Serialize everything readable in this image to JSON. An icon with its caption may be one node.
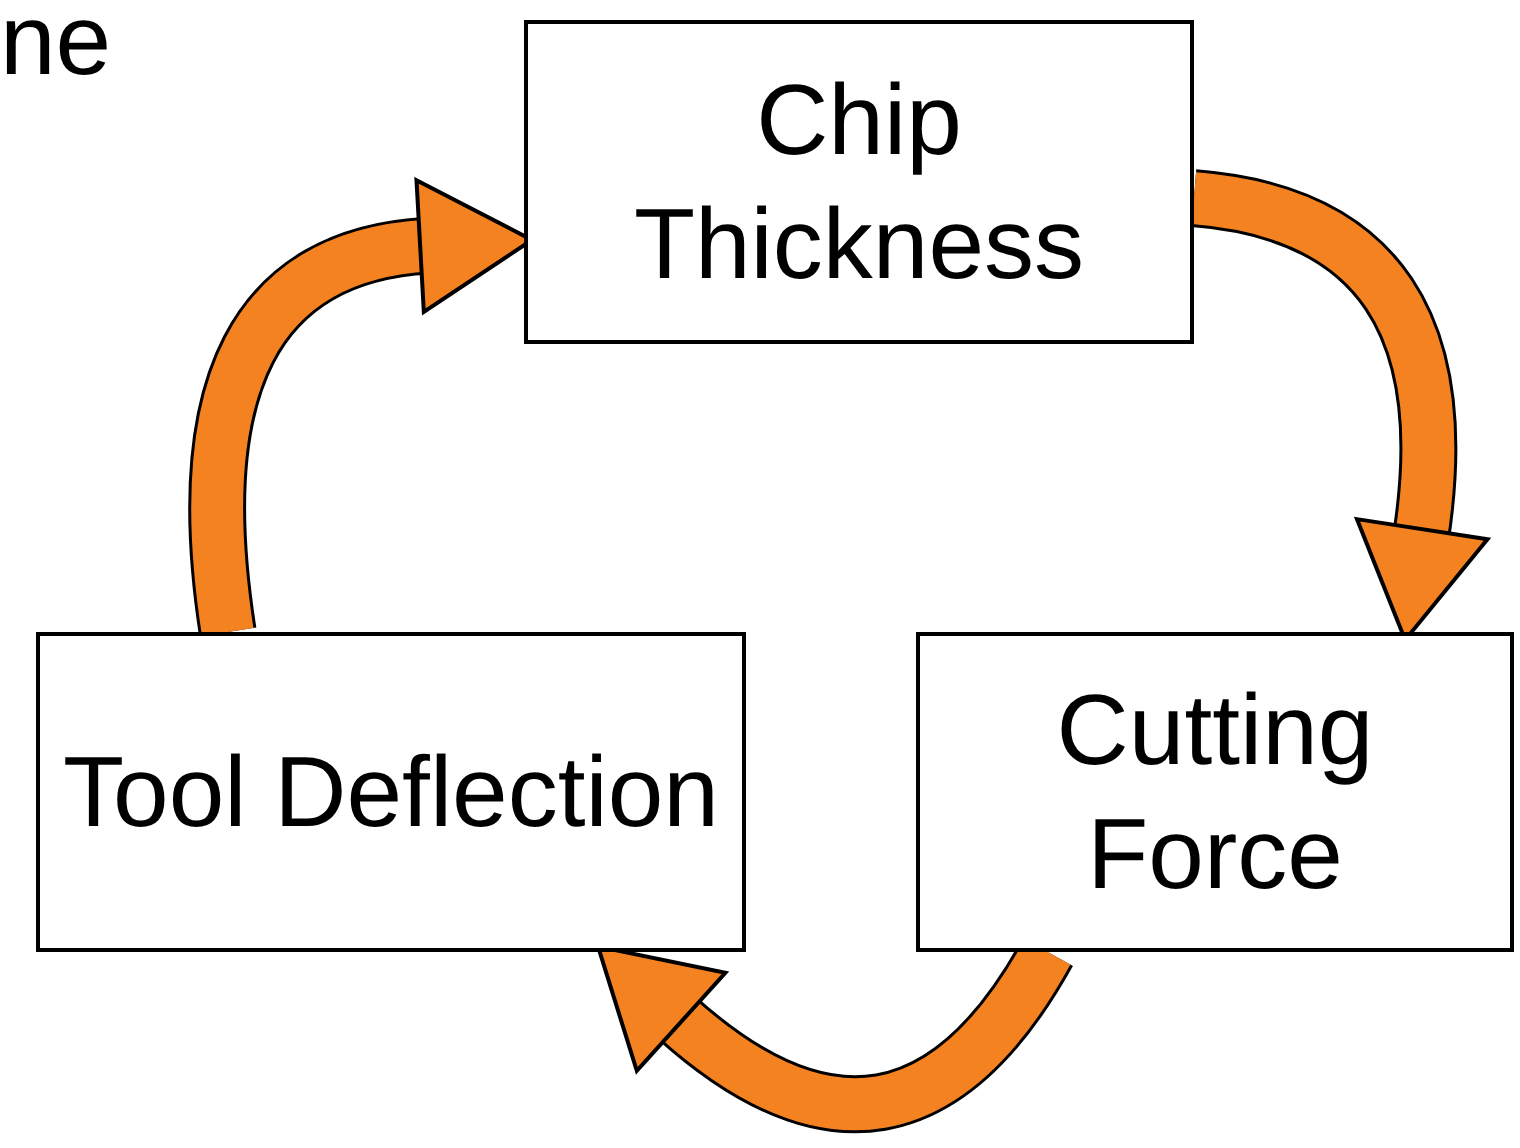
{
  "diagram": {
    "nodes": [
      {
        "text": [
          "Chip Thickness"
        ]
      },
      {
        "text": [
          "Cutting Force"
        ]
      },
      {
        "text": [
          "Tool Deflection"
        ]
      }
    ],
    "edges": [
      {
        "from": 0,
        "to": 1,
        "arrow": "to"
      },
      {
        "from": 1,
        "to": 2,
        "arrow": "to"
      },
      {
        "from": 2,
        "to": 0,
        "arrow": "to"
      }
    ],
    "labels": [
      "ne"
    ]
  }
}
